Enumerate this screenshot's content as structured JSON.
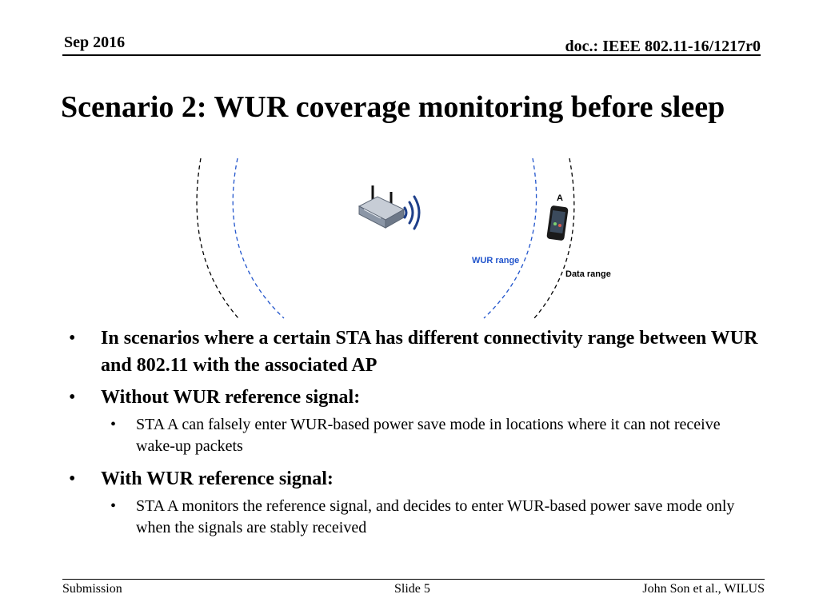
{
  "header": {
    "date": "Sep 2016",
    "doc": "doc.: IEEE 802.11-16/1217r0"
  },
  "title": "Scenario 2: WUR coverage monitoring before sleep",
  "diagram": {
    "sta_label": "A",
    "wur_range_label": "WUR range",
    "data_range_label": "Data range",
    "colors": {
      "wur_range": "#2255cc",
      "data_range": "#000000",
      "ap_body": "#7f8a99"
    },
    "icons": [
      "access-point-icon",
      "wireless-signal-icon",
      "smartphone-icon"
    ]
  },
  "bullets": [
    {
      "text": "In scenarios where a certain STA has different connectivity range between WUR and 802.11 with the associated AP",
      "subs": []
    },
    {
      "text": "Without WUR reference signal:",
      "subs": [
        "STA A can falsely enter WUR-based power save mode in locations where it can not receive wake-up packets"
      ]
    },
    {
      "text": "With WUR reference signal:",
      "subs": [
        "STA A monitors the reference signal, and decides to enter WUR-based power save mode only when the signals are stably received"
      ]
    }
  ],
  "footer": {
    "left": "Submission",
    "center": "Slide 5",
    "right": "John Son et al., WILUS"
  }
}
